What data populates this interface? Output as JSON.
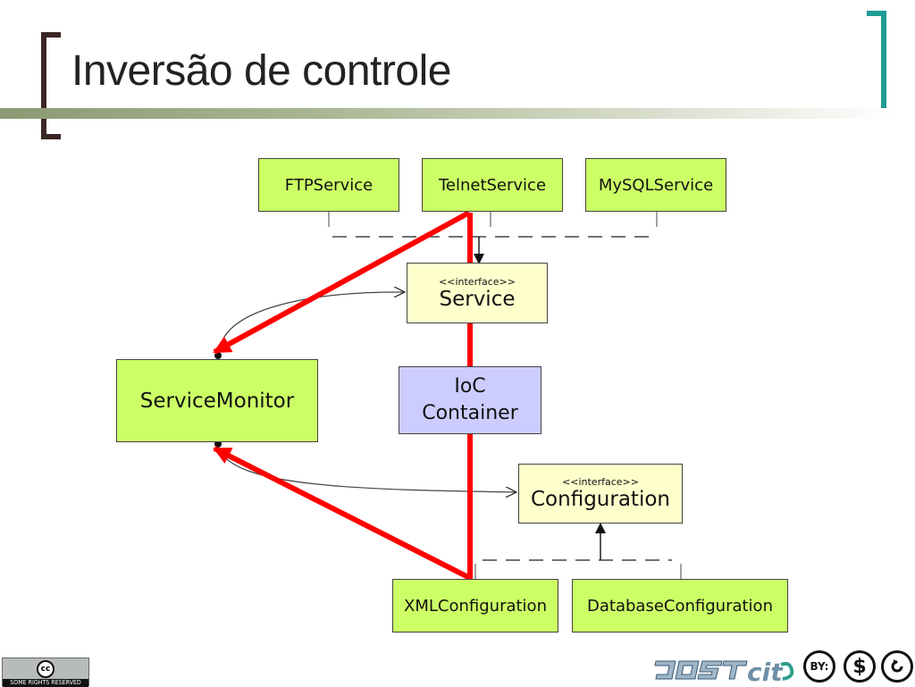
{
  "slide": {
    "title": "Inversão de controle"
  },
  "colors": {
    "bracket_left": "#3a2624",
    "bracket_right": "#1f9c94",
    "class_fill": "#ccff66",
    "interface_fill": "#ffffcc",
    "container_fill": "#ccccff",
    "highlight": "#ff0000"
  },
  "diagram": {
    "boxes": {
      "ftp": {
        "name": "FTPService"
      },
      "telnet": {
        "name": "TelnetService"
      },
      "mysql": {
        "name": "MySQLService"
      },
      "service": {
        "stereotype": "<<interface>>",
        "name": "Service"
      },
      "monitor": {
        "name": "ServiceMonitor"
      },
      "ioc": {
        "line1": "IoC",
        "line2": "Container"
      },
      "configuration": {
        "stereotype": "<<interface>>",
        "name": "Configuration"
      },
      "xml": {
        "name": "XMLConfiguration"
      },
      "database": {
        "name": "DatabaseConfiguration"
      }
    }
  },
  "footer": {
    "cc_badge_symbol": "cc",
    "cc_badge_text": "SOME RIGHTS RESERVED",
    "brand_logo_icon": "jhost-cit-logo",
    "license_by": "BY:",
    "license_nc": "$",
    "license_sa": "share-alike-icon"
  }
}
